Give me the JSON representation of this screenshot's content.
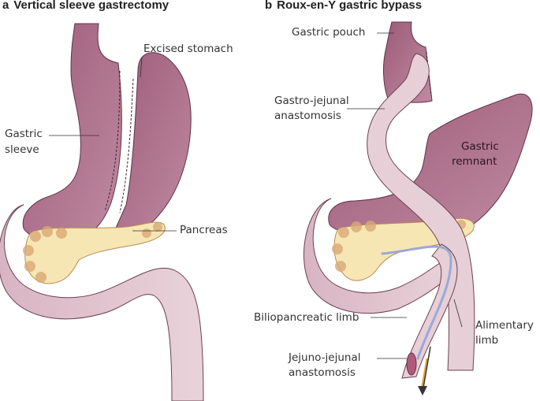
{
  "panel_a": {
    "letter": "a",
    "title": "Vertical sleeve gastrectomy",
    "labels": {
      "excised_stomach": "Excised stomach",
      "gastric_sleeve_line1": "Gastric",
      "gastric_sleeve_line2": "sleeve",
      "pancreas": "Pancreas"
    }
  },
  "panel_b": {
    "letter": "b",
    "title": "Roux-en-Y gastric bypass",
    "labels": {
      "gastric_pouch": "Gastric pouch",
      "gastro_jejunal_line1": "Gastro-jejunal",
      "gastro_jejunal_line2": "anastomosis",
      "gastric_remnant_line1": "Gastric",
      "gastric_remnant_line2": "remnant",
      "biliopancreatic_limb": "Biliopancreatic limb",
      "alimentary_limb_line1": "Alimentary",
      "alimentary_limb_line2": "limb",
      "jejuno_jejunal_line1": "Jejuno-jejunal",
      "jejuno_jejunal_line2": "anastomosis"
    }
  },
  "colors": {
    "stomach": "#a86a85",
    "stomach_dark": "#8e5470",
    "intestine": "#e6cfd6",
    "intestine_dark": "#c9a4b2",
    "pancreas": "#f6e6b4",
    "pancreas_bumps": "#d9a977",
    "bile_flow": "#9aa9d8",
    "food_flow": "#e0a43a"
  }
}
